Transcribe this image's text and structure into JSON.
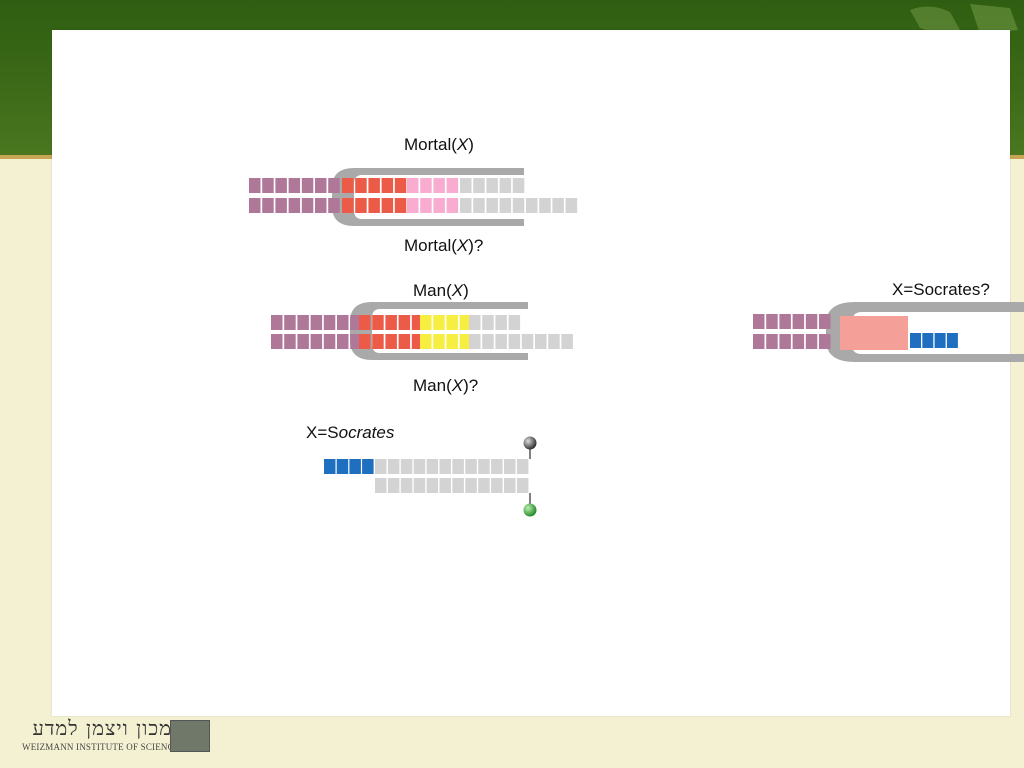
{
  "slide": {
    "labels": {
      "mortal_top": {
        "prefix": "Mortal(",
        "var": "X",
        "suffix": ")"
      },
      "mortal_query": {
        "prefix": "Mortal(",
        "var": "X",
        "suffix": ")?"
      },
      "man_top": {
        "prefix": "Man(",
        "var": "X",
        "suffix": ")"
      },
      "man_query": {
        "prefix": "Man(",
        "var": "X",
        "suffix": ")?"
      },
      "x_socrates_query": "X=Socrates?",
      "x_socrates": {
        "prefix": "X=S",
        "italic": "ocrates"
      }
    }
  },
  "footer": {
    "logo_hebrew": "מכון ויצמן למדע",
    "logo_english": "WEIZMANN INSTITUTE OF SCIENCE",
    "emblem_icon": "weizmann-emblem-icon"
  },
  "colors": {
    "mauve": "#b07898",
    "red": "#ec5a48",
    "pink": "#f7acd0",
    "yellow": "#f6ee40",
    "gray_cell": "#d3d3d3",
    "blue": "#1e6fbf",
    "salmon": "#f4a099",
    "tube": "#a9a9a9",
    "green_header": "#3a6816"
  }
}
